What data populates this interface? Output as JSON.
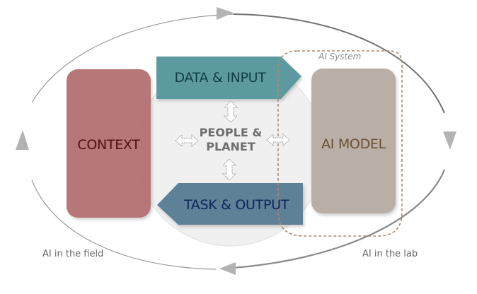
{
  "diagram": {
    "title": "AI lifecycle: context, data & input, people & planet, AI model, task & output",
    "nodes": {
      "context": {
        "label": "CONTEXT",
        "fill": "#b57374",
        "text_color": "#4a1010"
      },
      "data_input": {
        "label": "DATA & INPUT",
        "fill": "#5d9a9f",
        "text_color": "#0f3e45"
      },
      "people_planet": {
        "label_line1": "PEOPLE &",
        "label_line2": "PLANET",
        "fill": "#f0f0f0",
        "text_color": "#6e6e6e"
      },
      "task_output": {
        "label": "TASK & OUTPUT",
        "fill": "#5f8198",
        "text_color": "#0e2458"
      },
      "ai_model": {
        "label": "AI MODEL",
        "fill": "#b9afa6",
        "text_color": "#6b4f33"
      }
    },
    "groups": {
      "ai_system": {
        "label": "AI System",
        "stroke": "#a88a6e",
        "style": "dashed"
      }
    },
    "cycle_labels": {
      "field": "AI in the field",
      "lab": "AI in the lab"
    },
    "colors": {
      "cycle_arc": "#8c8c8c",
      "arrowhead": "#b3b3b3",
      "double_arrow": "#9a9a9a",
      "label_gray": "#666666"
    },
    "edges": [
      {
        "from": "people_planet",
        "to": "data_input",
        "type": "bidirectional"
      },
      {
        "from": "people_planet",
        "to": "task_output",
        "type": "bidirectional"
      },
      {
        "from": "people_planet",
        "to": "context",
        "type": "bidirectional"
      },
      {
        "from": "people_planet",
        "to": "ai_model",
        "type": "bidirectional"
      },
      {
        "from": "context",
        "to": "data_input",
        "type": "cycle"
      },
      {
        "from": "data_input",
        "to": "ai_model",
        "type": "cycle"
      },
      {
        "from": "ai_model",
        "to": "task_output",
        "type": "cycle"
      },
      {
        "from": "task_output",
        "to": "context",
        "type": "cycle"
      }
    ]
  }
}
